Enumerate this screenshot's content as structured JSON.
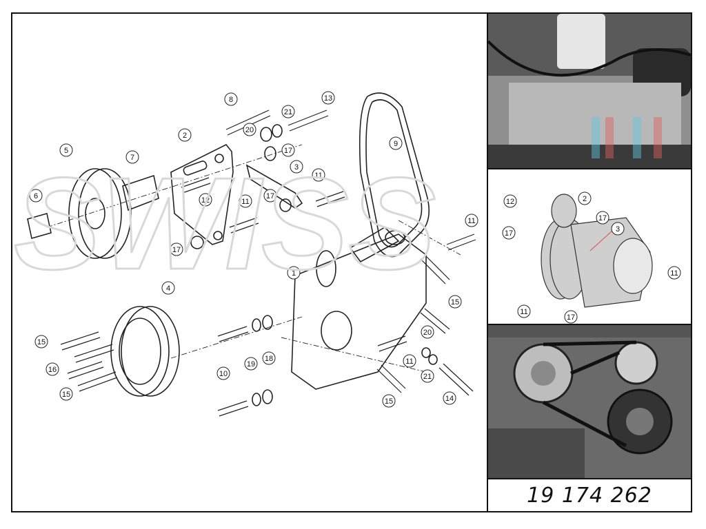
{
  "document_code": "19 174 262",
  "watermark_text": "SWISS",
  "diagram_callouts": [
    "1",
    "2",
    "3",
    "4",
    "5",
    "6",
    "7",
    "8",
    "9",
    "10",
    "11",
    "12",
    "13",
    "14",
    "15",
    "16",
    "17",
    "18",
    "19",
    "20",
    "21"
  ],
  "photo_callouts": {
    "photo2": [
      "12",
      "2",
      "17",
      "3",
      "17",
      "11",
      "11",
      "17"
    ]
  },
  "colors": {
    "frame": "#111111",
    "line": "#222222",
    "watermark": "#d8d8d8",
    "accent_red": "#e06060",
    "accent_cyan": "#5cc8e0"
  }
}
